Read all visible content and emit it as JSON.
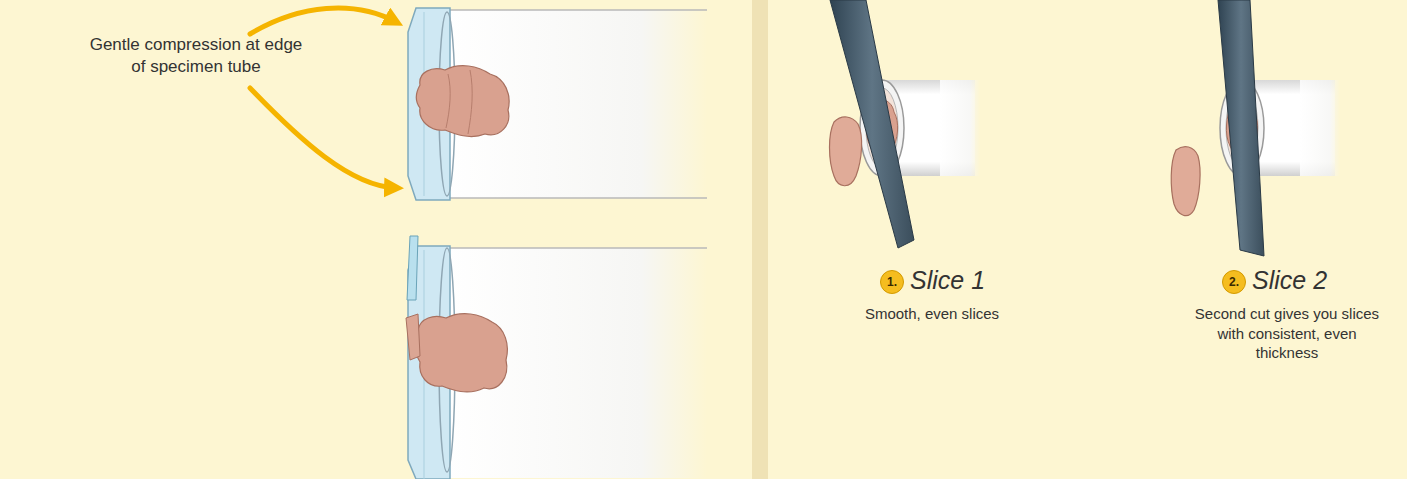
{
  "diagram": {
    "nodes": [
      {
        "text": [
          "1."
        ]
      },
      {
        "text": [
          "2."
        ]
      }
    ],
    "labels": [
      "Gentle compression at edge of specimen tube",
      "Slice 1",
      "Smooth, even slices",
      "Slice 2",
      "Second cut gives you slices with consistent, even thickness"
    ]
  }
}
